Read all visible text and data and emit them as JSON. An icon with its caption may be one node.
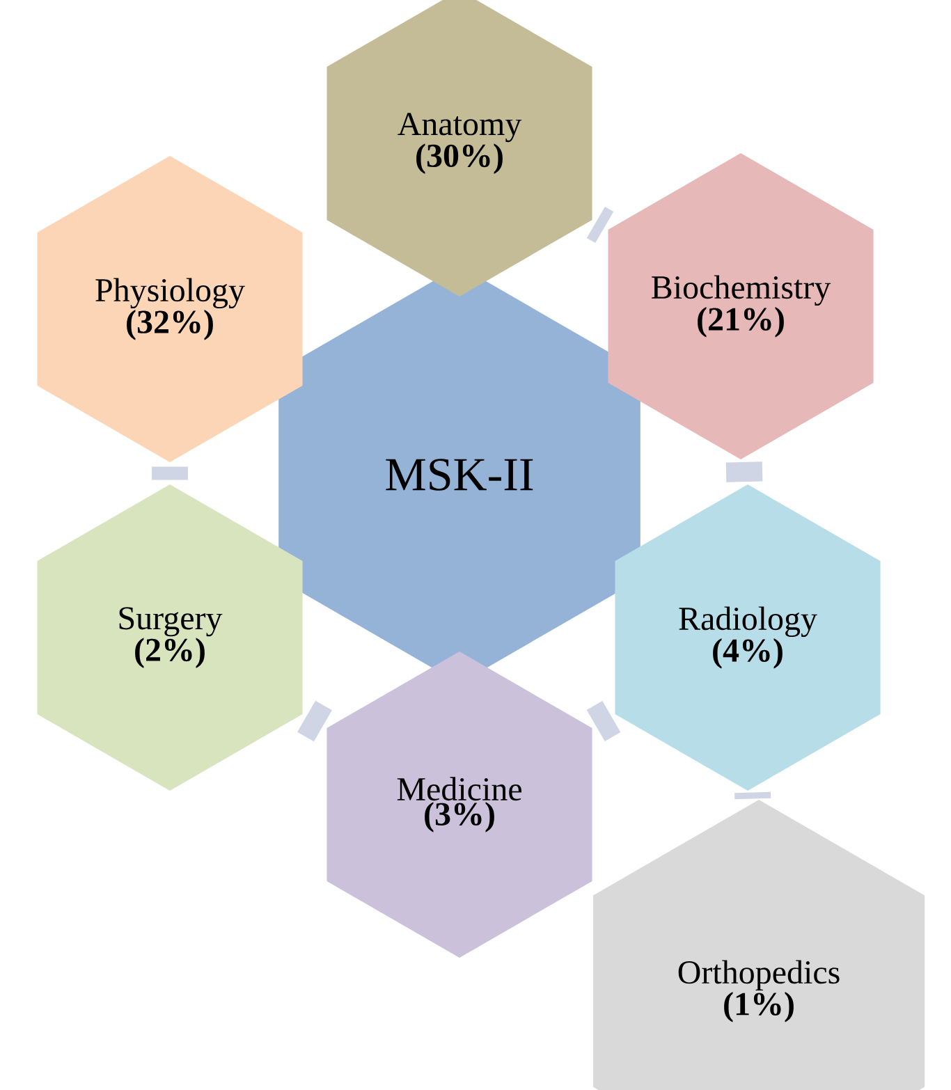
{
  "diagram": {
    "nodes": [
      {
        "text": [
          "MSK-II"
        ]
      },
      {
        "text": [
          "Anatomy",
          "(30%)"
        ]
      },
      {
        "text": [
          "Physiology",
          "(32%)"
        ]
      },
      {
        "text": [
          "Biochemistry",
          "(21%)"
        ]
      },
      {
        "text": [
          "Surgery",
          "(2%)"
        ]
      },
      {
        "text": [
          "Radiology",
          "(4%)"
        ]
      },
      {
        "text": [
          "Medicine",
          "(3%)"
        ]
      },
      {
        "text": [
          "Orthopedics",
          "(1%)"
        ]
      }
    ],
    "edges": [
      {
        "from": 1,
        "to": 3,
        "arrow": "none"
      },
      {
        "from": 2,
        "to": 4,
        "arrow": "none"
      },
      {
        "from": 3,
        "to": 5,
        "arrow": "none"
      },
      {
        "from": 4,
        "to": 6,
        "arrow": "none"
      },
      {
        "from": 6,
        "to": 5,
        "arrow": "none"
      },
      {
        "from": 5,
        "to": 7,
        "arrow": "none"
      }
    ]
  }
}
